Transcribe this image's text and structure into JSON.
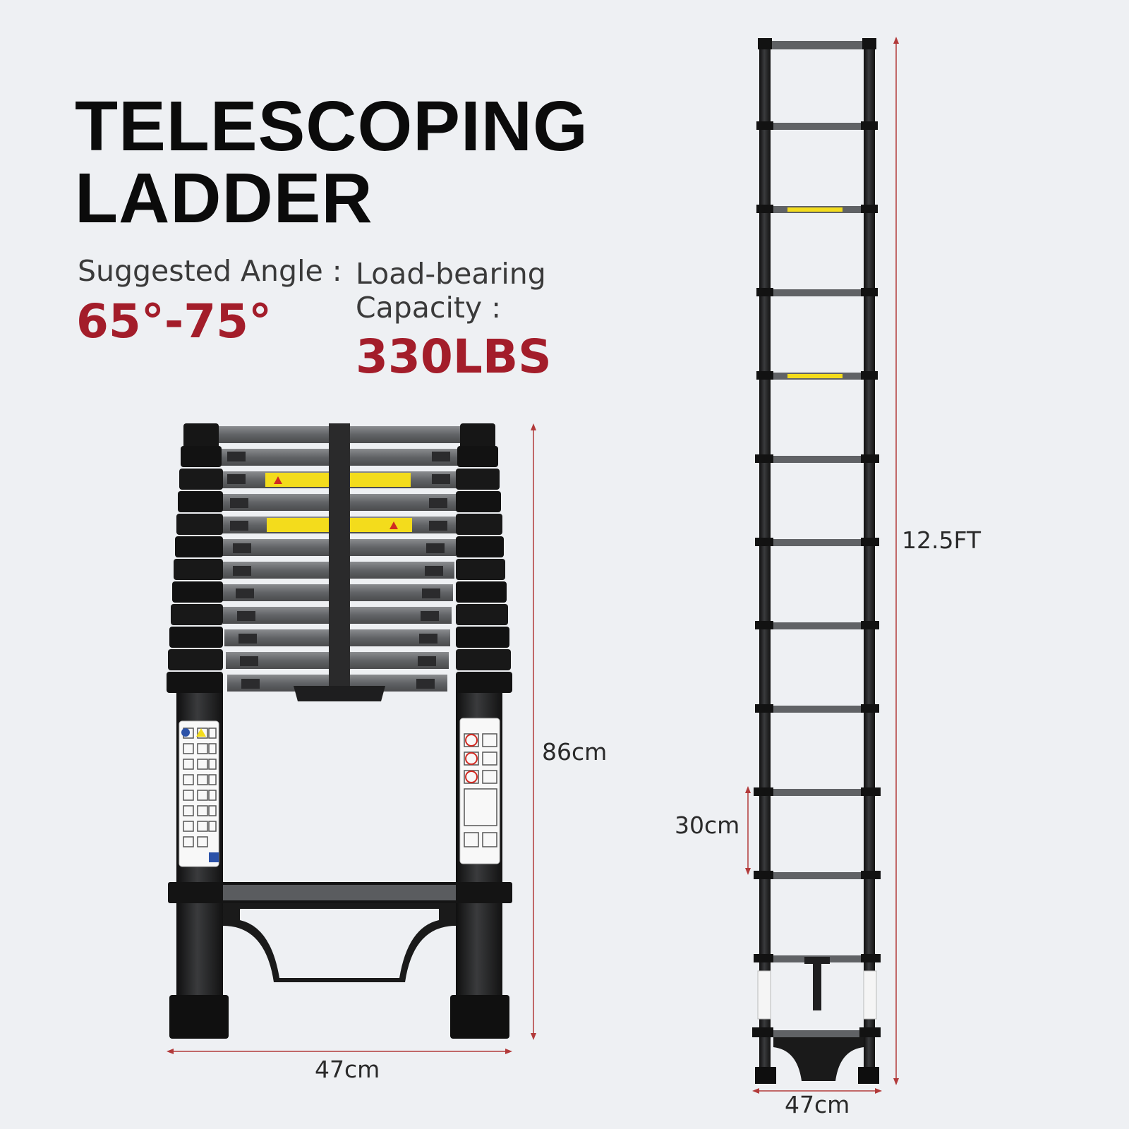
{
  "title": {
    "line1": "TELESCOPING",
    "line2": "LADDER"
  },
  "specs": {
    "angle_label": "Suggested Angle :",
    "angle_value": "65°-75°",
    "load_label": "Load-bearing Capacity :",
    "load_value": "330LBS"
  },
  "dimensions": {
    "collapsed_height": "86cm",
    "collapsed_width": "47cm",
    "extended_height": "12.5FT",
    "rung_spacing": "30cm",
    "extended_width": "47cm"
  },
  "colors": {
    "accent": "#a31d2a",
    "dimension_line": "#b23a3a",
    "background": "#eef0f3",
    "ladder_dark": "#1c1c1c",
    "rung_gray": "#6b6d70",
    "warning_yellow": "#f3dc1c"
  }
}
